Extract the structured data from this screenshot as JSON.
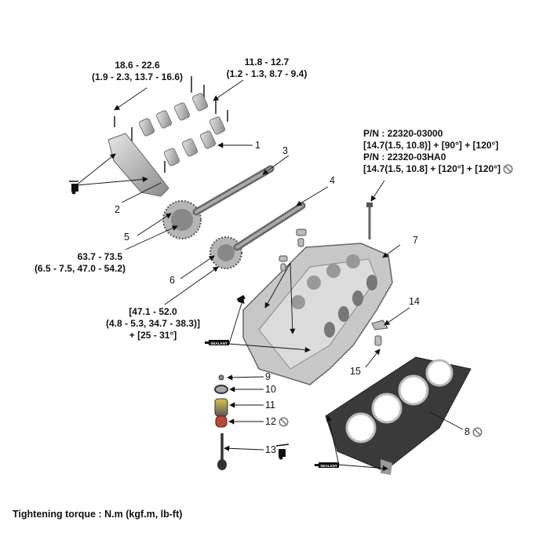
{
  "diagram": {
    "title": "Cylinder head exploded view",
    "torque_callouts": {
      "cam_cap_bolt_large": {
        "line1": "18.6 - 22.6",
        "line2": "(1.9 - 2.3, 13.7 - 16.6)"
      },
      "cam_cap_bolt_small": {
        "line1": "11.8 - 12.7",
        "line2": "(1.2 - 1.3, 8.7 - 9.4)"
      },
      "head_bolt": {
        "line1": "P/N : 22320-03000",
        "line2": "[14.7(1.5, 10.8)] + [90°] + [120°]",
        "line3": "P/N : 22320-03HA0",
        "line4": "[14.7(1.5, 10.8] + [120°] + [120°]"
      },
      "cvvt_intake": {
        "line1": "63.7 - 73.5",
        "line2": "(6.5 - 7.5, 47.0 - 54.2)"
      },
      "cvvt_exhaust": {
        "line1": "[47.1 - 52.0",
        "line2": "(4.8 - 5.3, 34.7 - 38.3)]",
        "line3": "+ [25 - 31°]"
      }
    },
    "part_numbers": [
      "1",
      "2",
      "3",
      "4",
      "5",
      "6",
      "7",
      "8",
      "9",
      "10",
      "11",
      "12",
      "13",
      "14",
      "15"
    ],
    "sealant_label": "SEALANT",
    "icons": {
      "do_not_reuse": "prohibition-icon",
      "oil": "oil-can-icon",
      "sealant": "sealant-tube-icon"
    },
    "footer": "Tightening torque : N.m (kgf.m, lb-ft)"
  }
}
